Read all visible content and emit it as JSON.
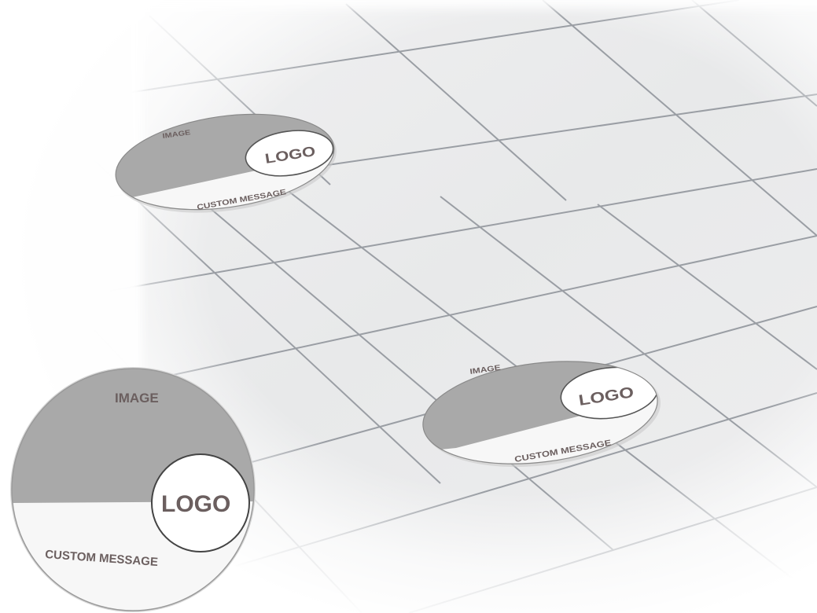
{
  "decals": [
    {
      "image_label": "IMAGE",
      "logo_label": "LOGO",
      "message_label": "CUSTOM MESSAGE"
    },
    {
      "image_label": "IMAGE",
      "logo_label": "LOGO",
      "message_label": "CUSTOM MESSAGE"
    },
    {
      "image_label": "IMAGE",
      "logo_label": "LOGO",
      "message_label": "CUSTOM MESSAGE"
    }
  ],
  "colors": {
    "tile": "#eeeeef",
    "grout": "#9a9ea4",
    "decal_gray": "#a9a9a9",
    "decal_white": "#f7f7f7",
    "text": "#6b5f5f"
  }
}
